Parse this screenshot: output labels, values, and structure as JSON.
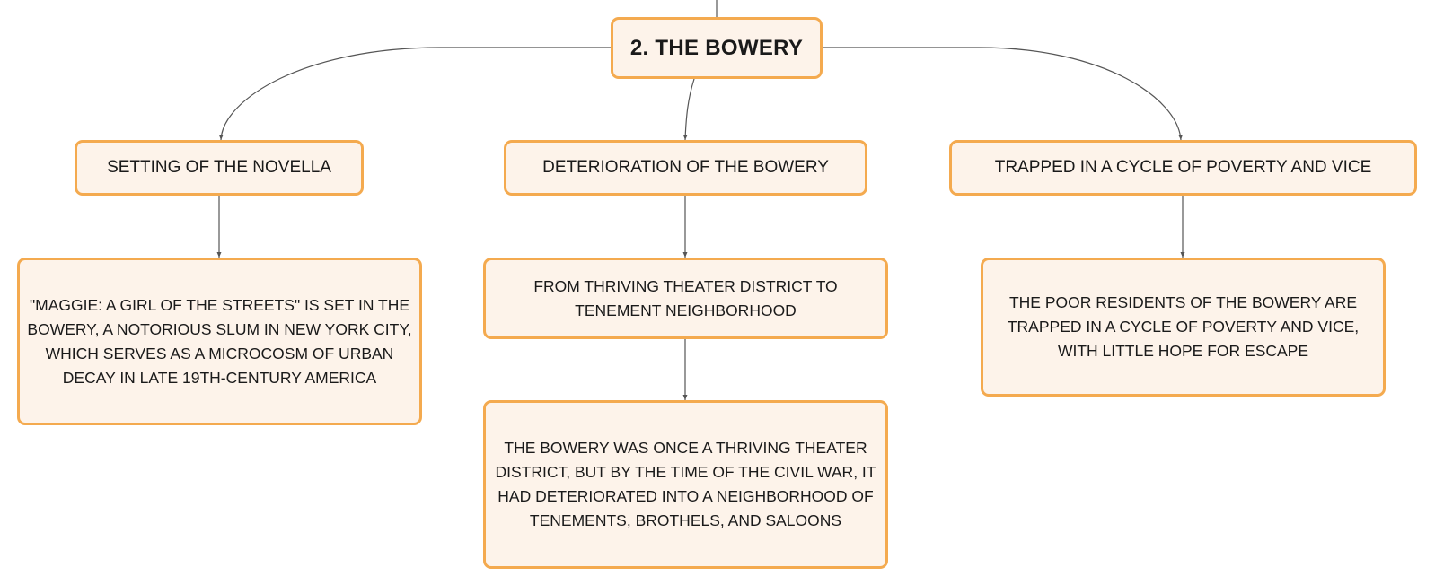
{
  "diagram": {
    "root": {
      "label": "2. THE BOWERY"
    },
    "topics": [
      {
        "label": "SETTING OF THE NOVELLA"
      },
      {
        "label": "DETERIORATION OF THE BOWERY"
      },
      {
        "label": "TRAPPED IN A CYCLE OF POVERTY AND VICE"
      }
    ],
    "details": {
      "setting": "\"MAGGIE: A GIRL OF THE STREETS\" IS SET IN THE BOWERY, A NOTORIOUS SLUM IN NEW YORK CITY, WHICH SERVES AS A MICROCOSM OF URBAN DECAY IN LATE 19TH-CENTURY AMERICA",
      "deterioration_summary": "FROM THRIVING THEATER DISTRICT TO TENEMENT NEIGHBORHOOD",
      "deterioration_detail": "THE BOWERY WAS ONCE A THRIVING THEATER DISTRICT, BUT BY THE TIME OF THE CIVIL WAR, IT HAD DETERIORATED INTO A NEIGHBORHOOD OF TENEMENTS, BROTHELS, AND SALOONS",
      "trapped": "THE POOR RESIDENTS OF THE BOWERY ARE TRAPPED IN A CYCLE OF POVERTY AND VICE, WITH LITTLE HOPE FOR ESCAPE"
    },
    "colors": {
      "node_fill": "#fdf3ea",
      "node_border": "#f4aa4f",
      "connector": "#555555",
      "text": "#1a1a1a"
    }
  }
}
